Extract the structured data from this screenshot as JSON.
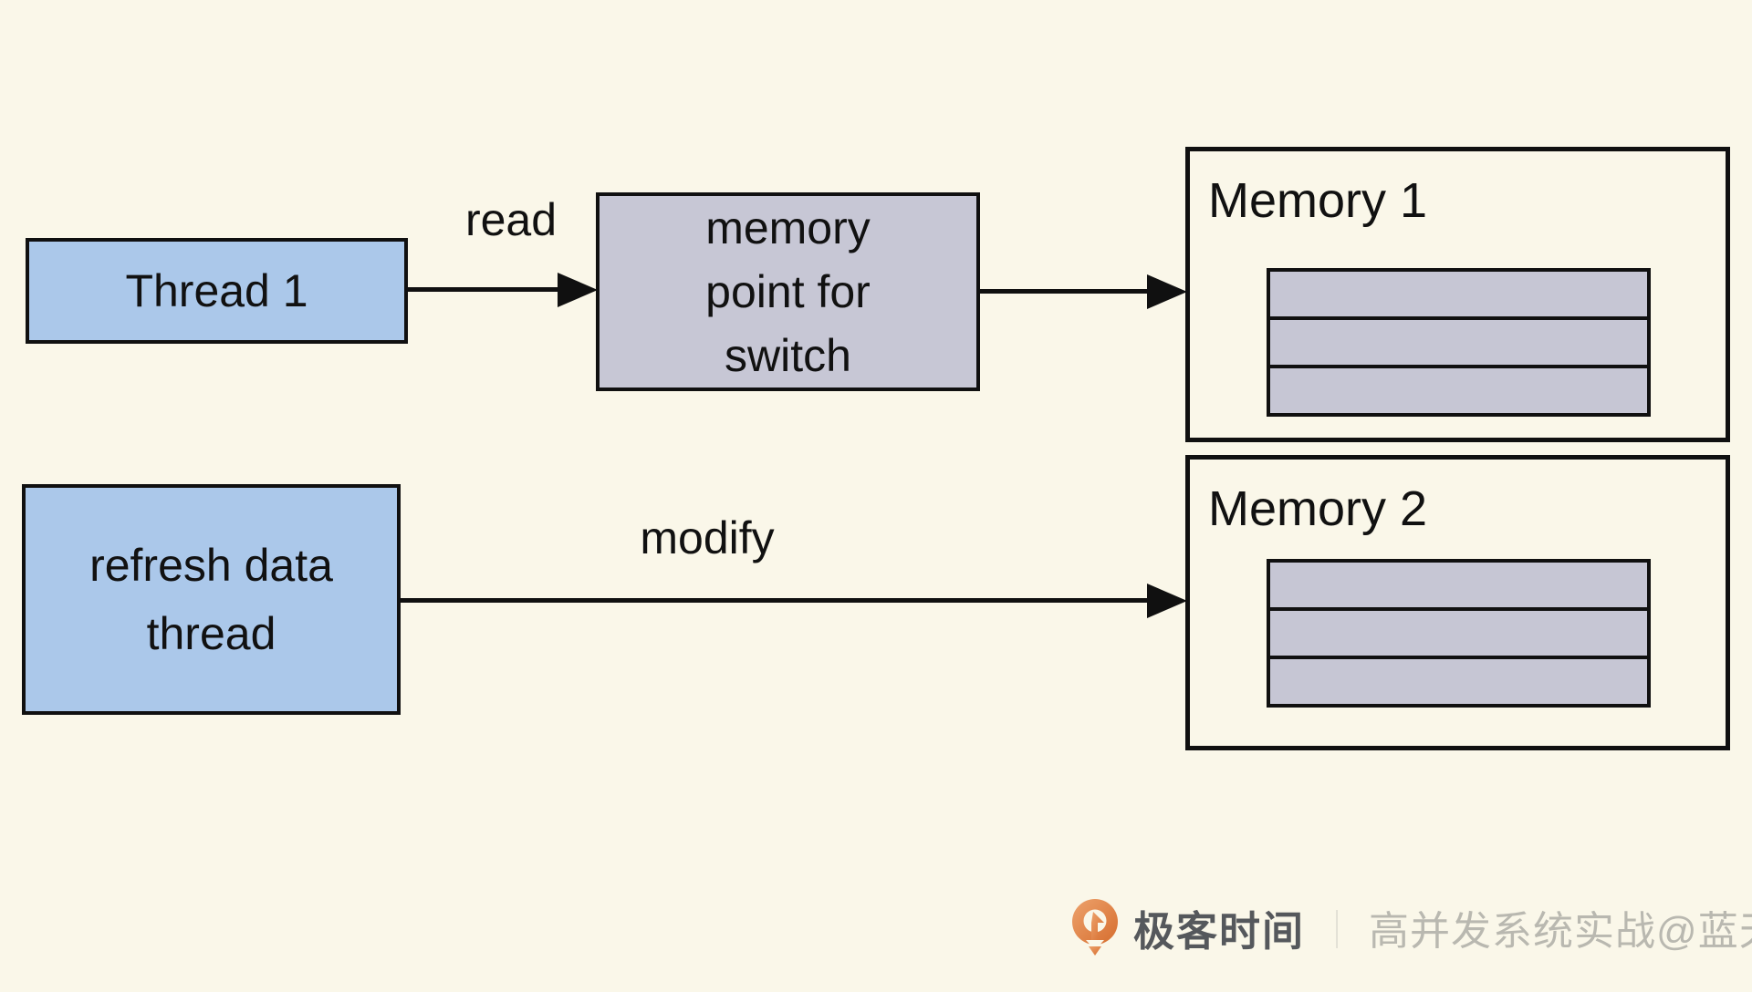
{
  "diagram": {
    "nodes": {
      "thread1": {
        "label": "Thread 1"
      },
      "switch": {
        "line1": "memory",
        "line2": "point for",
        "line3": "switch"
      },
      "memory1": {
        "title": "Memory 1",
        "row_count": 3
      },
      "memory2": {
        "title": "Memory 2",
        "row_count": 3
      },
      "refresh": {
        "line1": "refresh data",
        "line2": "thread"
      }
    },
    "edges": {
      "read_label": "read",
      "modify_label": "modify"
    },
    "colors": {
      "background": "#faf7e9",
      "thread_fill": "#abc8ea",
      "switch_fill": "#c7c7d5",
      "memory_row_fill": "#c6c6d4",
      "line": "#101010"
    }
  },
  "footer": {
    "brand": "极客时间",
    "divider": "｜",
    "caption": "高并发系统实战@蓝天",
    "icon": "geektime-logo-icon",
    "brand_color": "#55585c",
    "caption_color": "#b9b8b0",
    "icon_orange": "#db7434"
  }
}
